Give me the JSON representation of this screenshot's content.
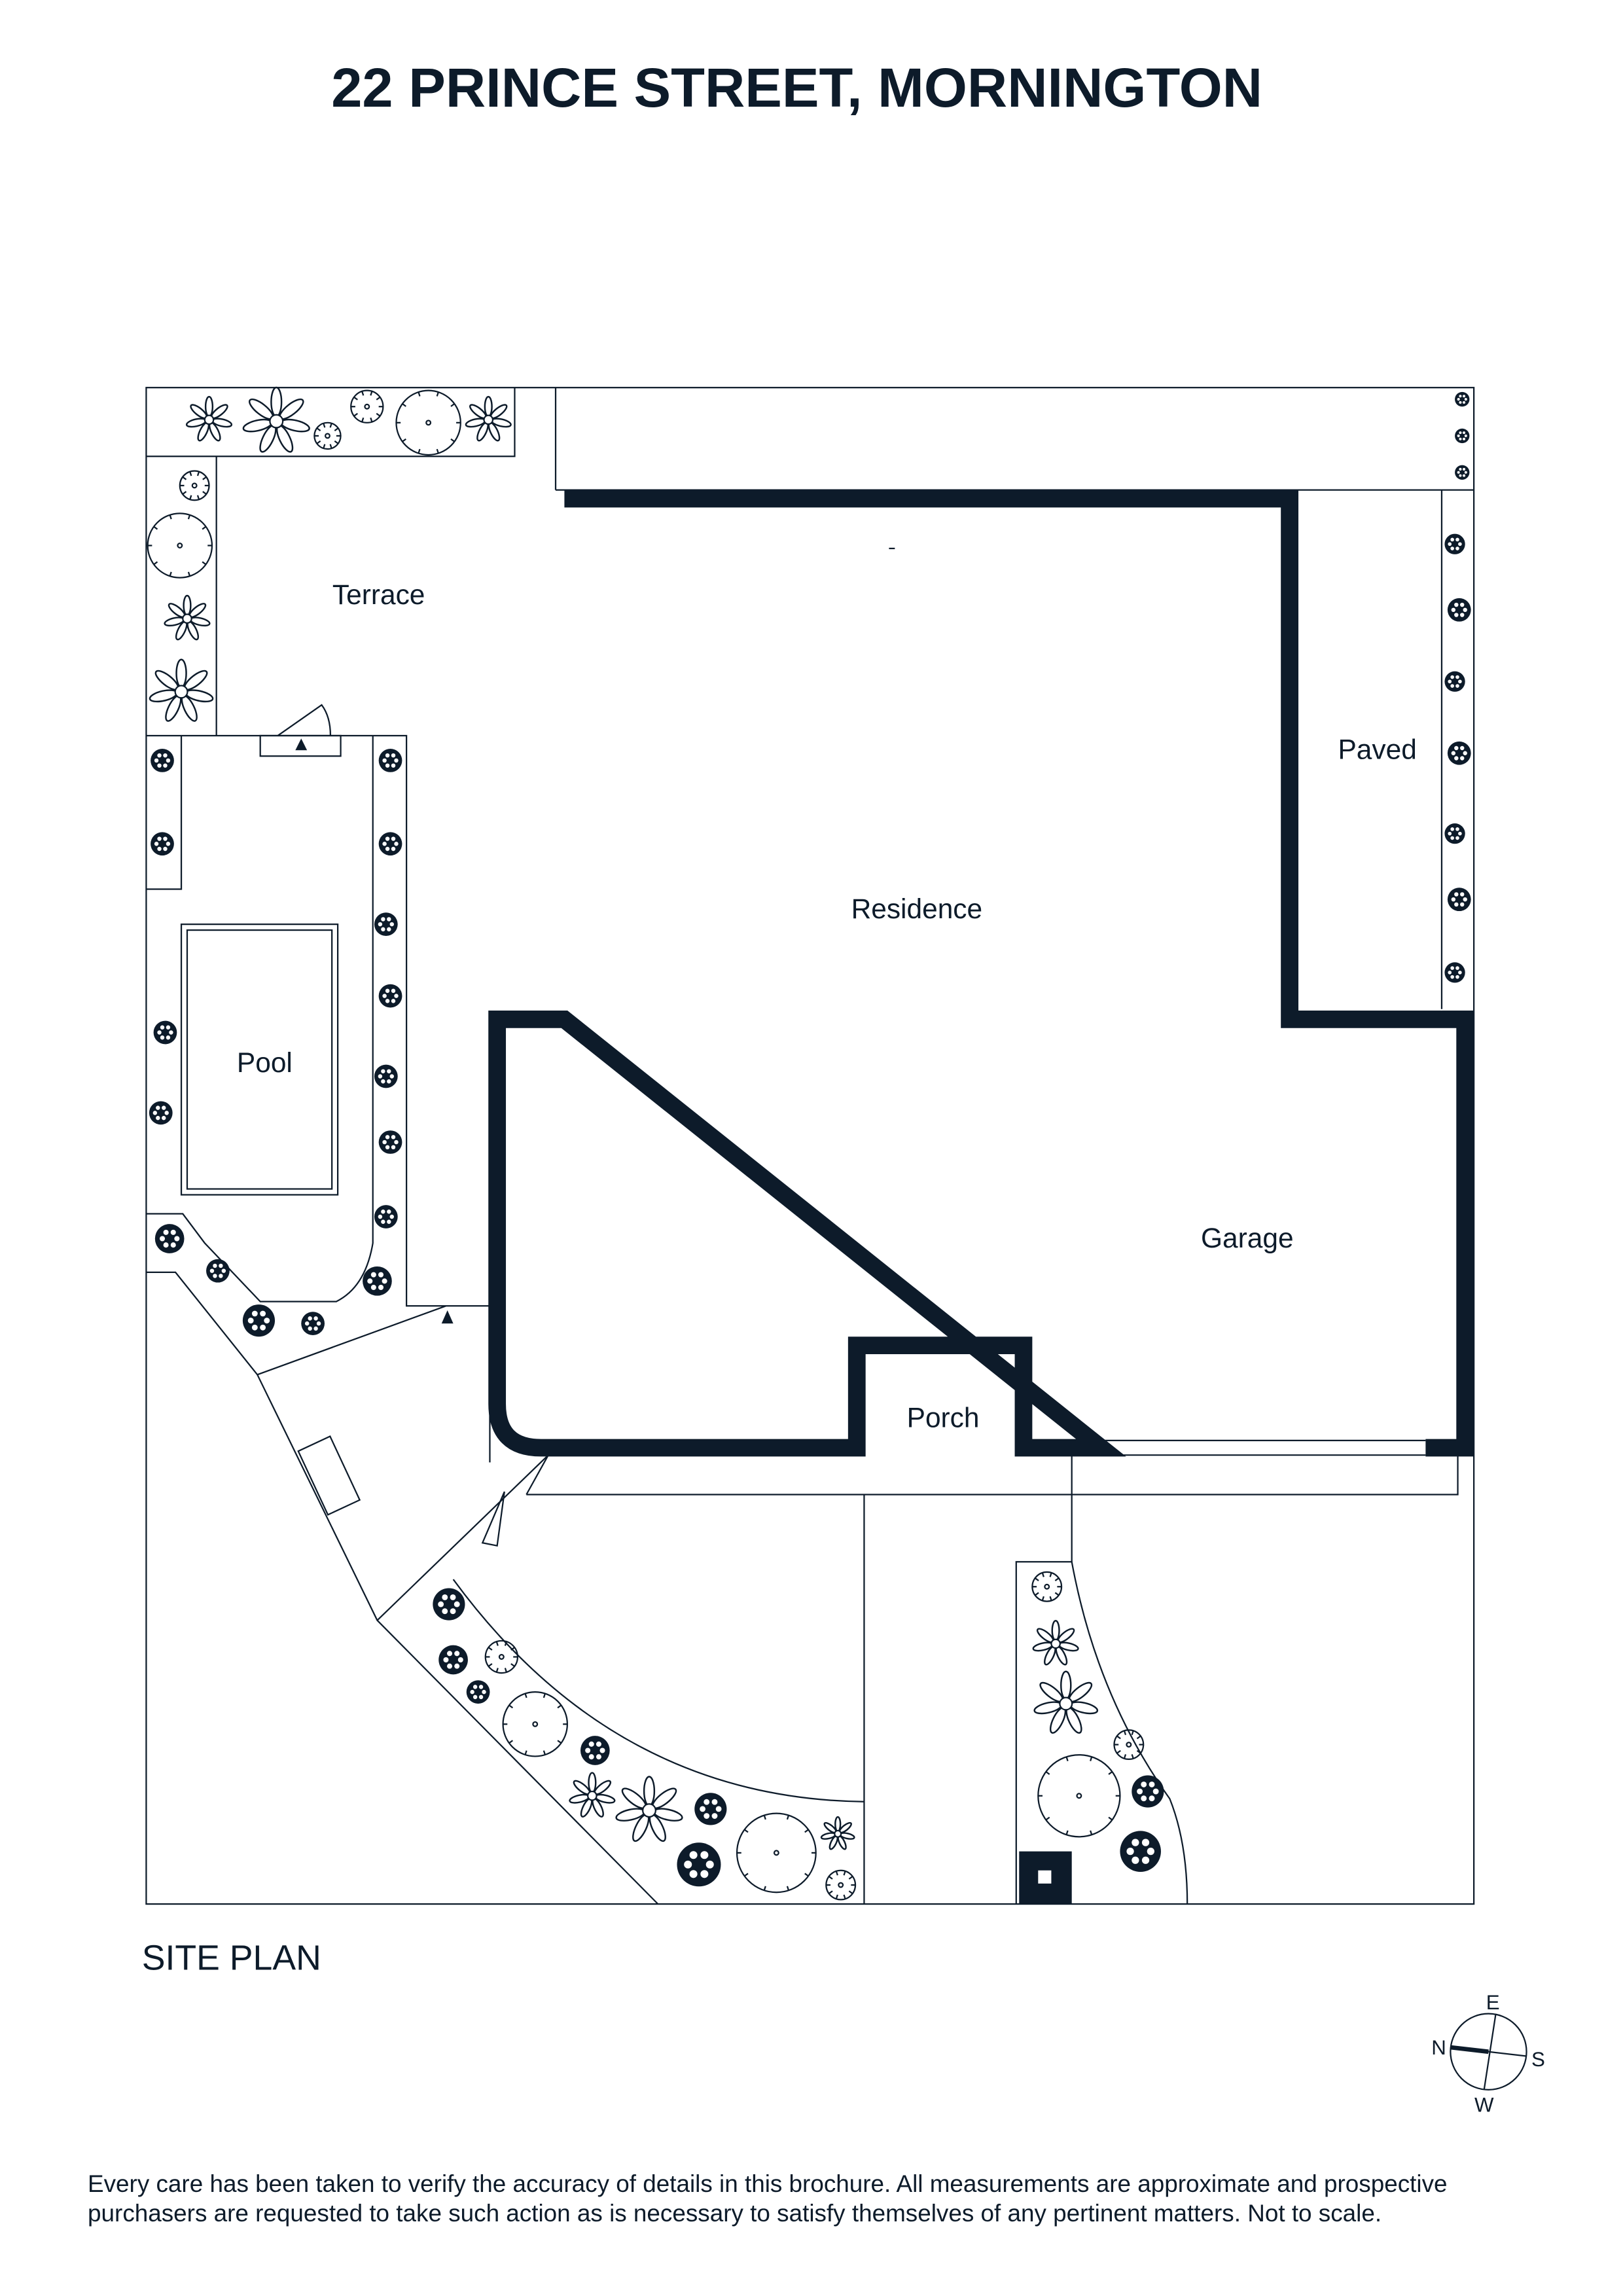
{
  "title": "22 PRINCE STREET, MORNINGTON",
  "plan_label": "SITE PLAN",
  "rooms": {
    "terrace": "Terrace",
    "residence": "Residence",
    "paved": "Paved",
    "pool": "Pool",
    "garage": "Garage",
    "porch": "Porch"
  },
  "compass": {
    "n": "N",
    "e": "E",
    "s": "S",
    "w": "W"
  },
  "disclaimer": {
    "line1": "Every care has been taken to verify the accuracy of details in this brochure. All measurements are approximate and prospective",
    "line2": "purchasers are requested to take such action as is necessary to satisfy themselves of any pertinent matters. Not to scale."
  },
  "colors": {
    "ink": "#0d1b2a"
  }
}
